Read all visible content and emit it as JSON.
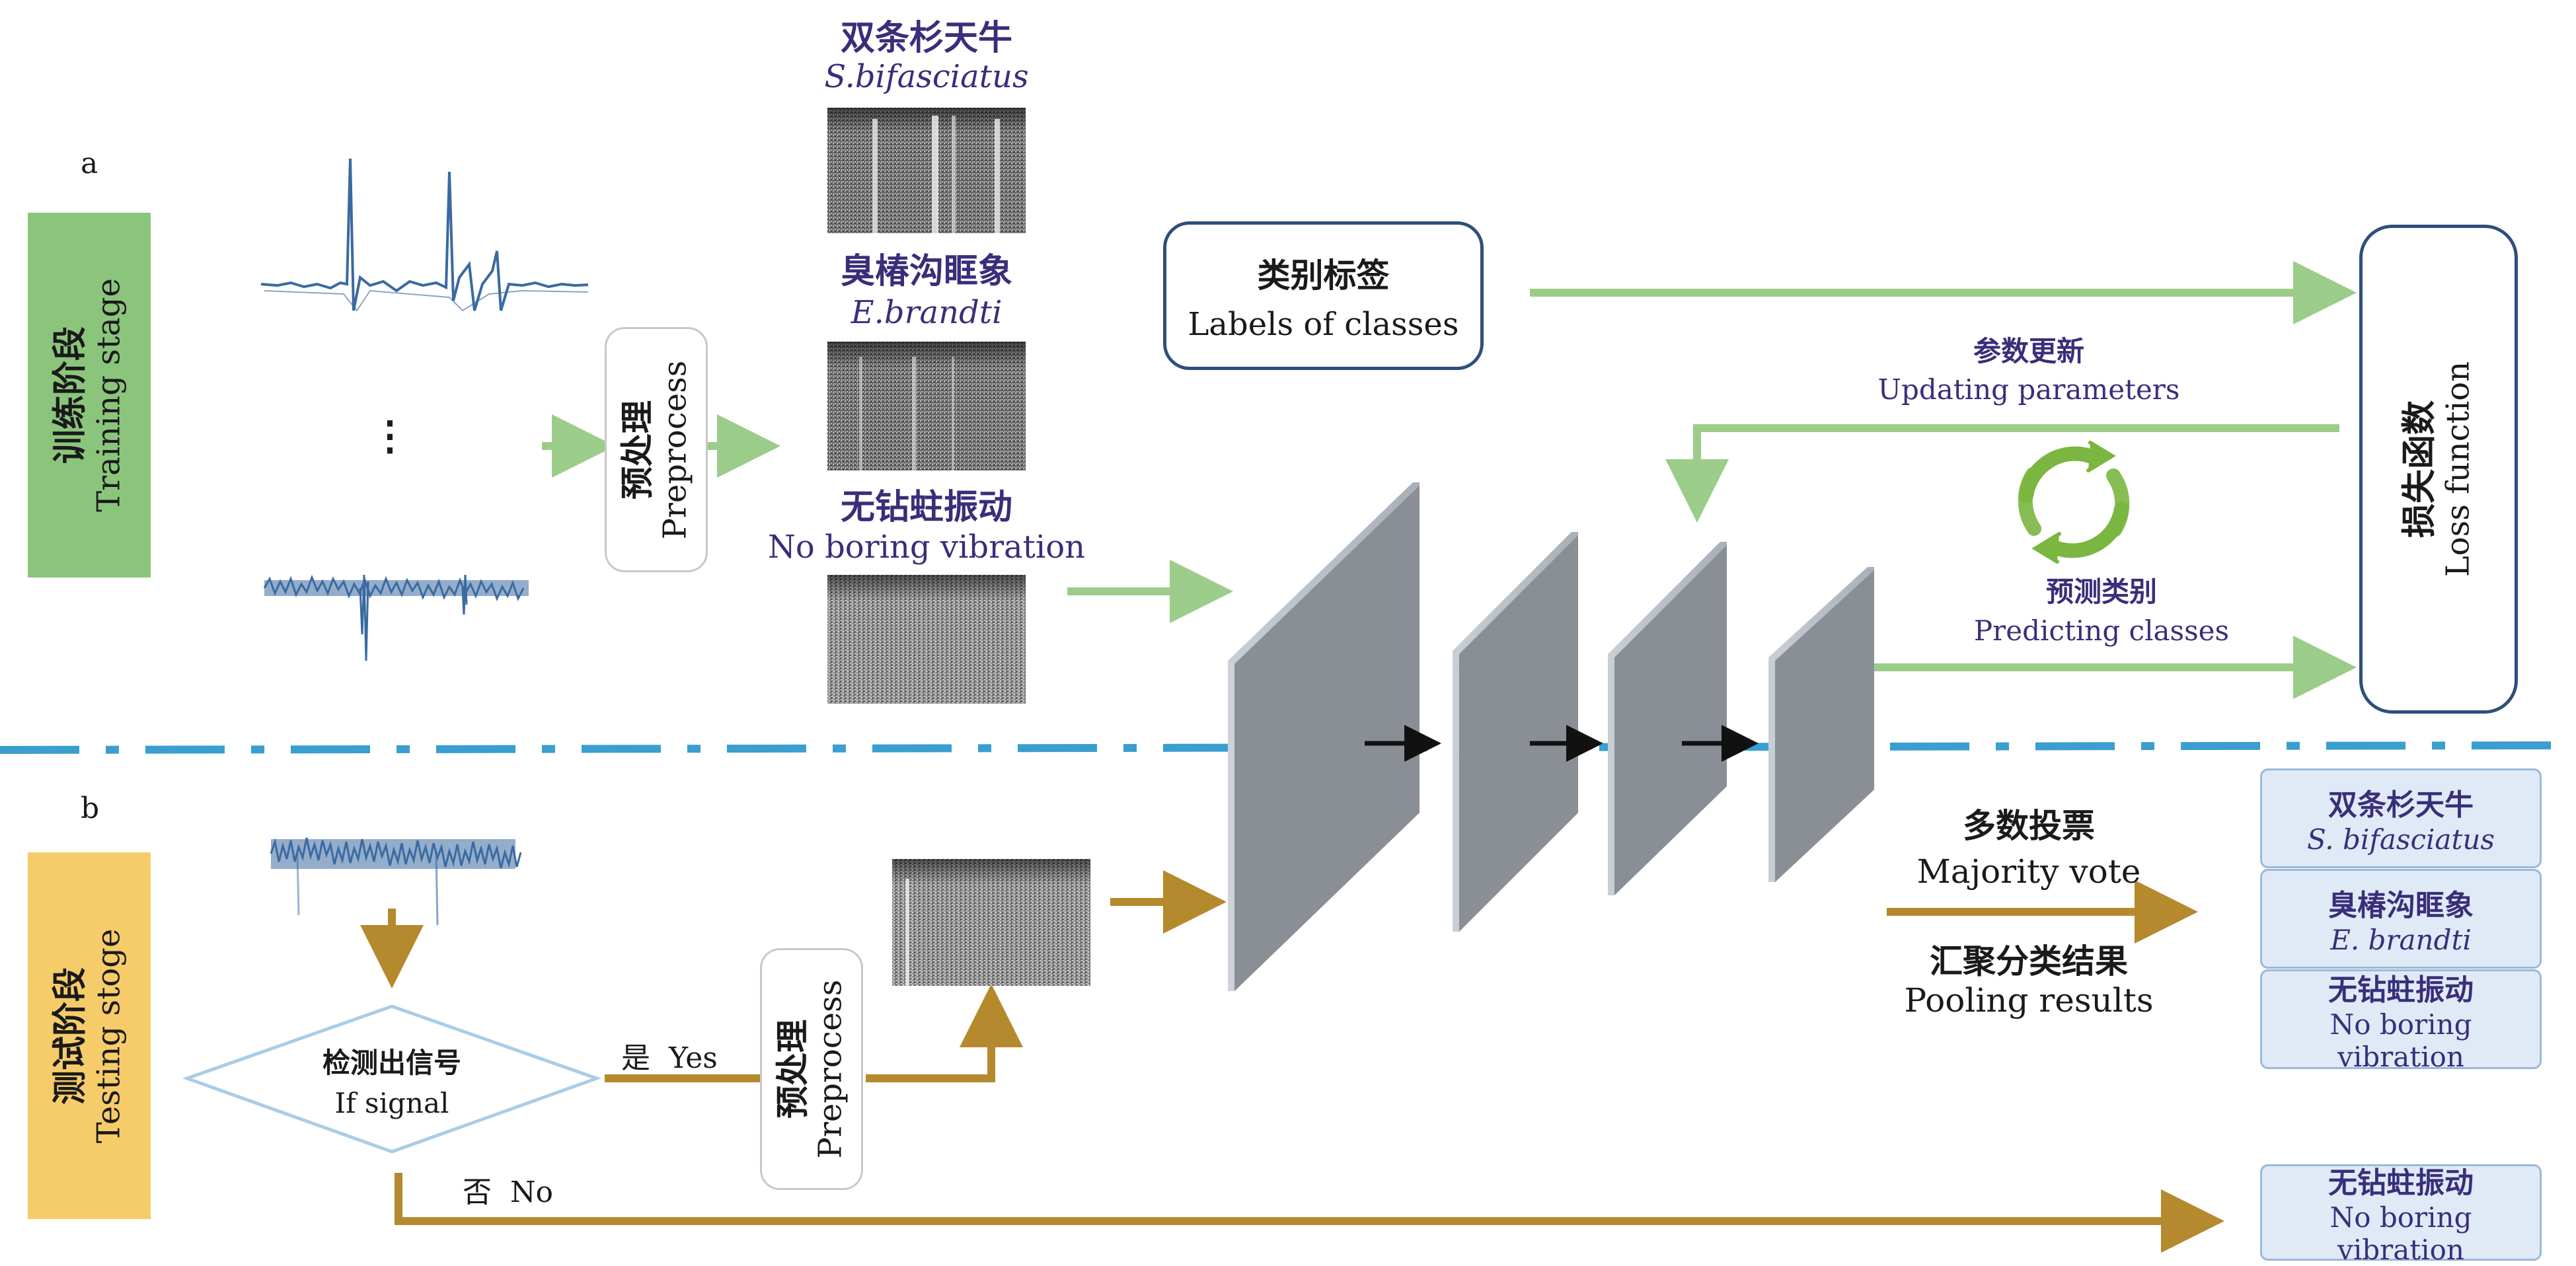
{
  "panels": {
    "a": "a",
    "b": "b"
  },
  "training_stage": {
    "cn": "训练阶段",
    "en": "Training stage",
    "color": "#8bc57c",
    "ellipsis": "⋮",
    "preprocess": {
      "cn": "预处理",
      "en": "Preprocess"
    }
  },
  "classes": [
    {
      "cn": "双条杉天牛",
      "en": "S.bifasciatus"
    },
    {
      "cn": "臭椿沟眶象",
      "en": "E.brandti"
    },
    {
      "cn": "无钻蛀振动",
      "en": "No boring vibration"
    }
  ],
  "labels_box": {
    "cn": "类别标签",
    "en": "Labels of classes"
  },
  "loss_box": {
    "cn": "损失函数",
    "en": "Loss function"
  },
  "update": {
    "cn": "参数更新",
    "en": "Updating parameters"
  },
  "predict": {
    "cn": "预测类别",
    "en": "Predicting classes"
  },
  "testing_stage": {
    "cn": "测试阶段",
    "en": "Testing stoge",
    "color": "#f6cc6a",
    "decision": {
      "cn": "检测出信号",
      "en": "If signal"
    },
    "yes": "是  Yes",
    "no": "否  No",
    "preprocess": {
      "cn": "预处理",
      "en": "Preprocess"
    }
  },
  "vote": {
    "cn": "多数投票",
    "en": "Majority vote"
  },
  "pooling": {
    "cn": "汇聚分类结果",
    "en": "Pooling results"
  },
  "results": [
    {
      "cn": "双条杉天牛",
      "en": "S. bifasciatus"
    },
    {
      "cn": "臭椿沟眶象",
      "en": "E. brandti"
    },
    {
      "cn": "无钻蛀振动",
      "en": "No boring vibration"
    }
  ],
  "no_result": {
    "cn": "无钻蛀振动",
    "en": "No boring vibration"
  },
  "colors": {
    "green_arrow": "#9ccc8a",
    "gold_arrow": "#b5892d",
    "divider": "#3a9ed0",
    "purple_text": "#3a2e7a",
    "box_border": "#2f4f7a",
    "result_fill": "#dfeaf6",
    "waveform": "#3a6aa0"
  }
}
